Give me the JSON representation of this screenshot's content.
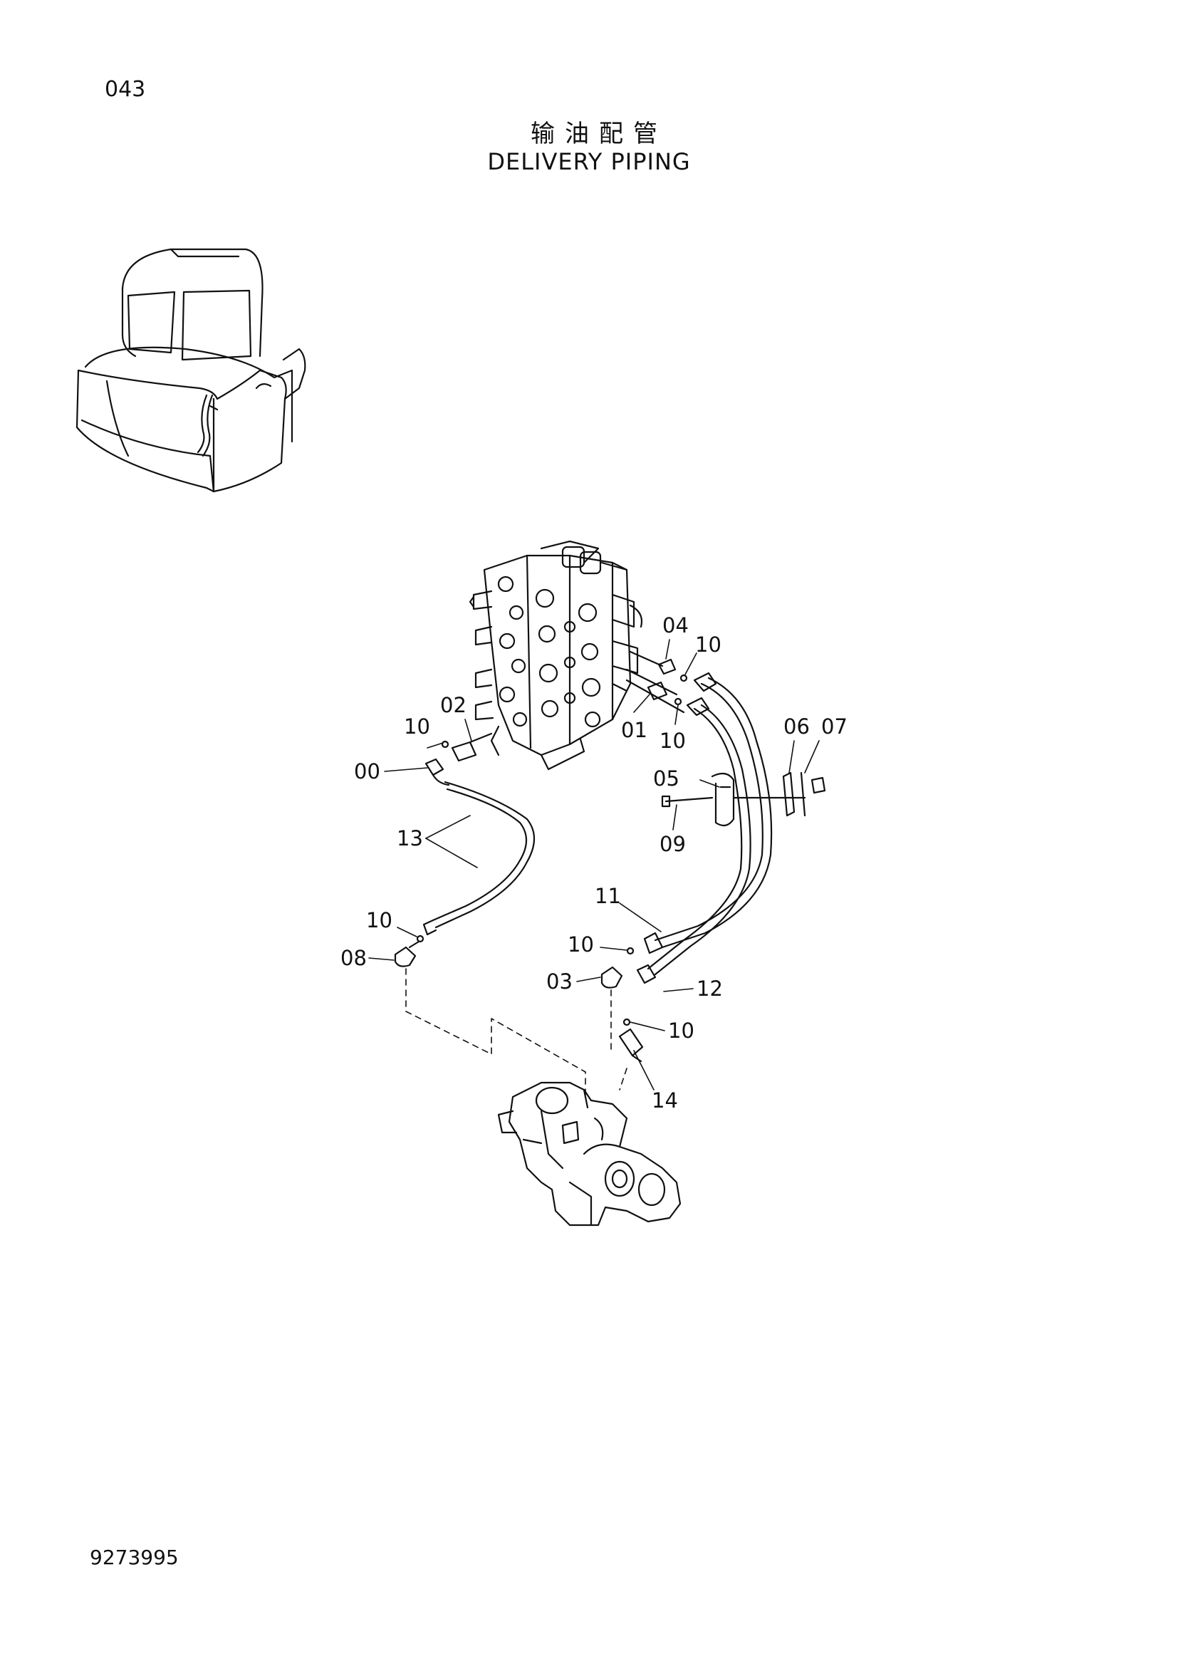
{
  "page": {
    "page_number": "043",
    "title_cn": "输油配管",
    "title_en": "DELIVERY PIPING",
    "doc_number": "9273995"
  },
  "callouts": {
    "c00": "00",
    "c01": "01",
    "c02": "02",
    "c03": "03",
    "c04": "04",
    "c05": "05",
    "c06": "06",
    "c07": "07",
    "c08": "08",
    "c09": "09",
    "c10": "10",
    "c11": "11",
    "c12": "12",
    "c13": "13",
    "c14": "14"
  },
  "icons": {
    "locator": "excavator-locator-icon",
    "valve": "control-valve-icon",
    "pump": "hydraulic-pump-icon"
  }
}
